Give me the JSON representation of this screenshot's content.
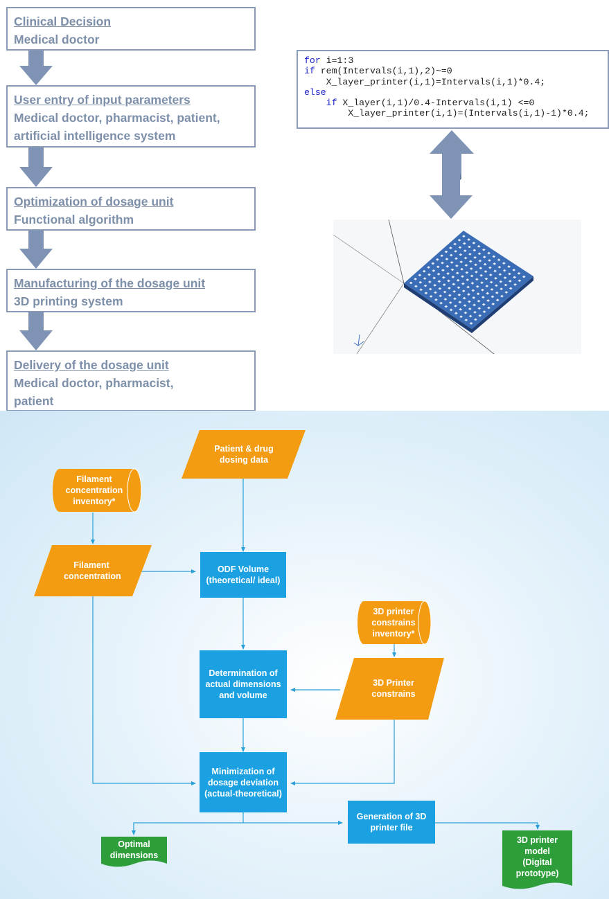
{
  "workflow": {
    "steps": [
      {
        "title": "Clinical Decision",
        "subtitle": "Medical doctor"
      },
      {
        "title": "User entry of input parameters",
        "subtitle": "Medical doctor, pharmacist, patient, artificial intelligence system"
      },
      {
        "title": "Optimization of dosage unit",
        "subtitle": "Functional algorithm"
      },
      {
        "title": "Manufacturing of the dosage unit",
        "subtitle": "3D printing system"
      },
      {
        "title": "Delivery of the dosage unit",
        "subtitle": "Medical doctor, pharmacist, patient"
      }
    ]
  },
  "code": {
    "lines": [
      {
        "kw": "for",
        "rest": " i=1:3"
      },
      {
        "kw": "if",
        "rest": " rem(Intervals(i,1),2)~=0"
      },
      {
        "kw": "",
        "rest": "    X_layer_printer(i,1)=Intervals(i,1)*0.4;"
      },
      {
        "kw": "else",
        "rest": ""
      },
      {
        "kw": "    if",
        "rest": " X_layer(i,1)/0.4-Intervals(i,1) <=0"
      },
      {
        "kw": "",
        "rest": "        X_layer_printer(i,1)=(Intervals(i,1)-1)*0.4;"
      }
    ]
  },
  "flowchart": {
    "patient_data": "Patient & drug dosing data",
    "filament_inventory": "Filament concentration inventory*",
    "filament_concentration": "Filament concentration",
    "odf_volume": "ODF  Volume (theoretical/ ideal)",
    "printer_inventory": "3D printer constrains inventory*",
    "determination": "Determination of actual dimensions and volume",
    "printer_constrains": "3D Printer constrains",
    "minimization": "Minimization of dosage deviation (actual-theoretical)",
    "generation": "Generation of 3D printer file",
    "optimal": "Optimal dimensions",
    "model": "3D printer model (Digital prototype)"
  },
  "colors": {
    "step_text": "#7d8fa9",
    "step_border": "#8a9bb8",
    "arrow": "#7f93b5",
    "orange": "#f39c12",
    "blue": "#1ba1e2",
    "green": "#2e9e3a",
    "connector": "#2a9fd8"
  }
}
